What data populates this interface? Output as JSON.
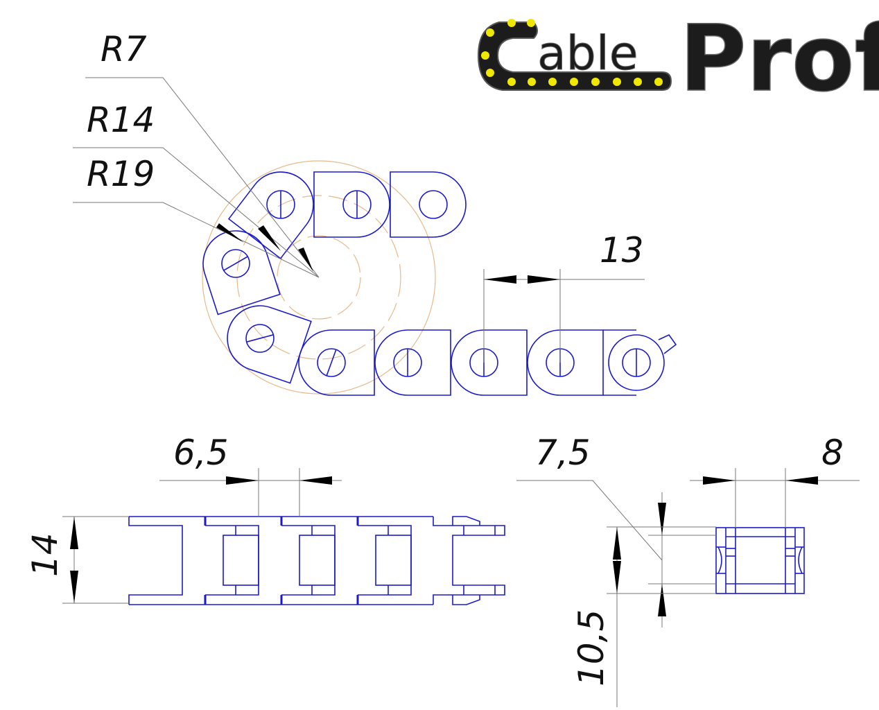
{
  "logo": {
    "text_light": "able",
    "text_bold": "Prof",
    "full": "CableProf",
    "chain_color": "#1c1c1c",
    "dot_color": "#f0e800"
  },
  "colors": {
    "outline": "#1a1acc",
    "construction": "#e8b98a",
    "dimension": "#777777"
  },
  "dimensions": {
    "r7": "R7",
    "r14": "R14",
    "r19": "R19",
    "pitch": "13",
    "side_gap": "6,5",
    "height": "14",
    "inner_height": "7,5",
    "inner_width": "8",
    "outer_height": "10,5"
  }
}
